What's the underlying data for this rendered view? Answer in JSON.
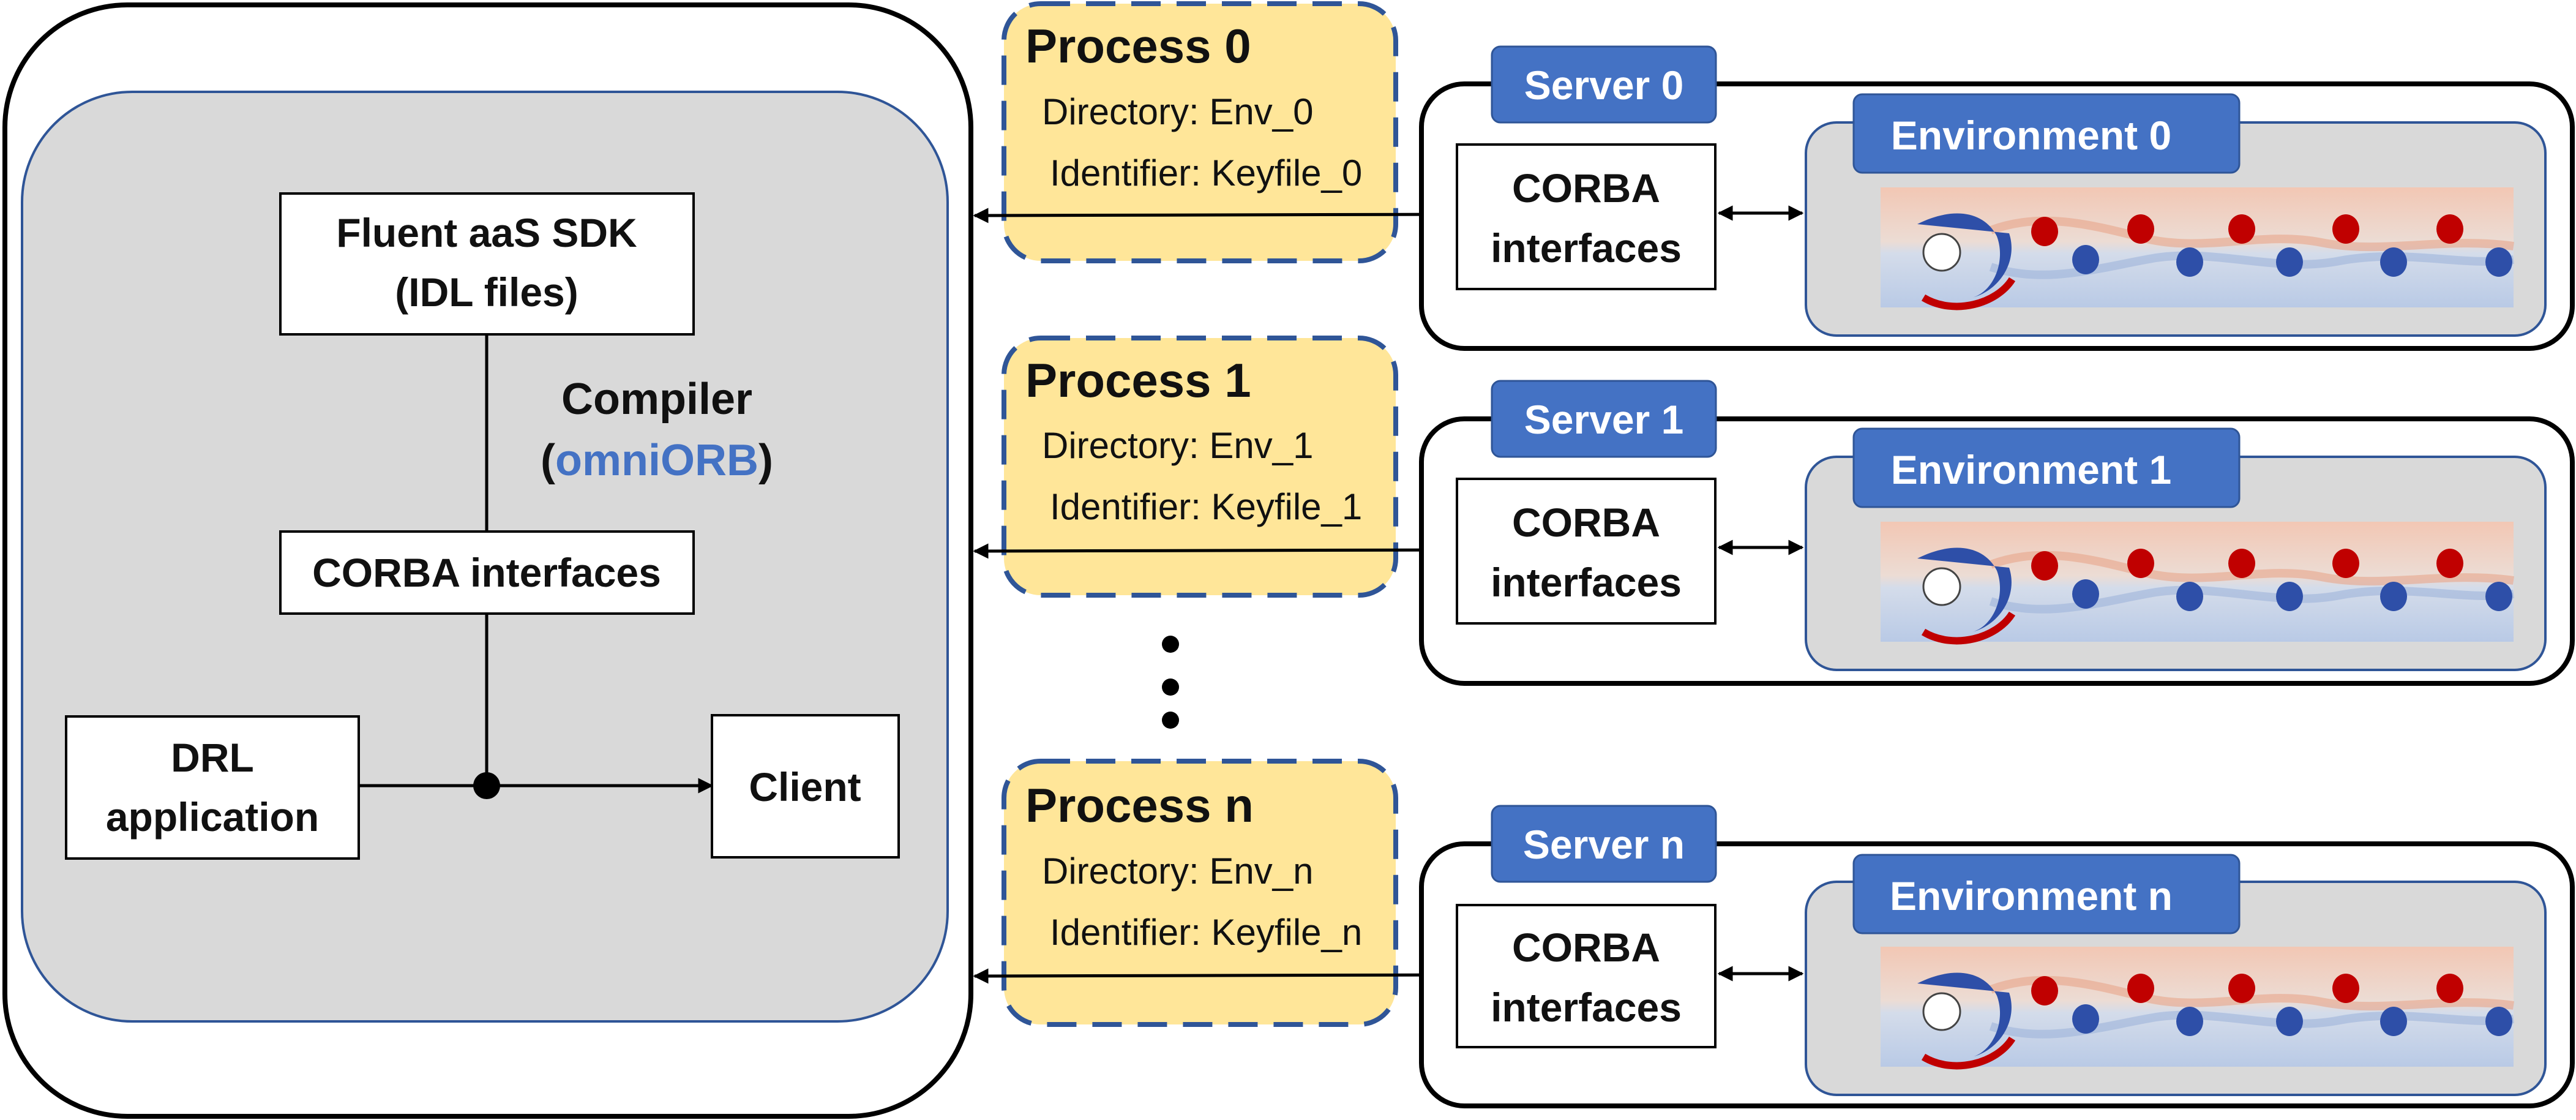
{
  "client": {
    "sdk_line1": "Fluent aaS SDK",
    "sdk_line2": "(IDL files)",
    "compiler_label": "Compiler",
    "compiler_open": "(",
    "compiler_tool": "omniORB",
    "compiler_close": ")",
    "corba_label": "CORBA interfaces",
    "drl_line1": "DRL",
    "drl_line2": "application",
    "client_label": "Client"
  },
  "processes": [
    {
      "title": "Process 0",
      "directory": "Directory: Env_0",
      "identifier": "Identifier: Keyfile_0"
    },
    {
      "title": "Process 1",
      "directory": "Directory: Env_1",
      "identifier": "Identifier: Keyfile_1"
    },
    {
      "title": "Process n",
      "directory": "Directory: Env_n",
      "identifier": "Identifier: Keyfile_n"
    }
  ],
  "servers": [
    {
      "label": "Server 0",
      "corba_line1": "CORBA",
      "corba_line2": "interfaces",
      "environment": "Environment 0"
    },
    {
      "label": "Server 1",
      "corba_line1": "CORBA",
      "corba_line2": "interfaces",
      "environment": "Environment 1"
    },
    {
      "label": "Server n",
      "corba_line1": "CORBA",
      "corba_line2": "interfaces",
      "environment": "Environment n"
    }
  ],
  "colors": {
    "accent_blue": "#4472c4",
    "process_fill": "#ffe699",
    "process_border": "#2f5597",
    "panel_gray": "#d9d9d9",
    "vortex_red": "#c00000",
    "vortex_blue": "#2e4fa8"
  }
}
